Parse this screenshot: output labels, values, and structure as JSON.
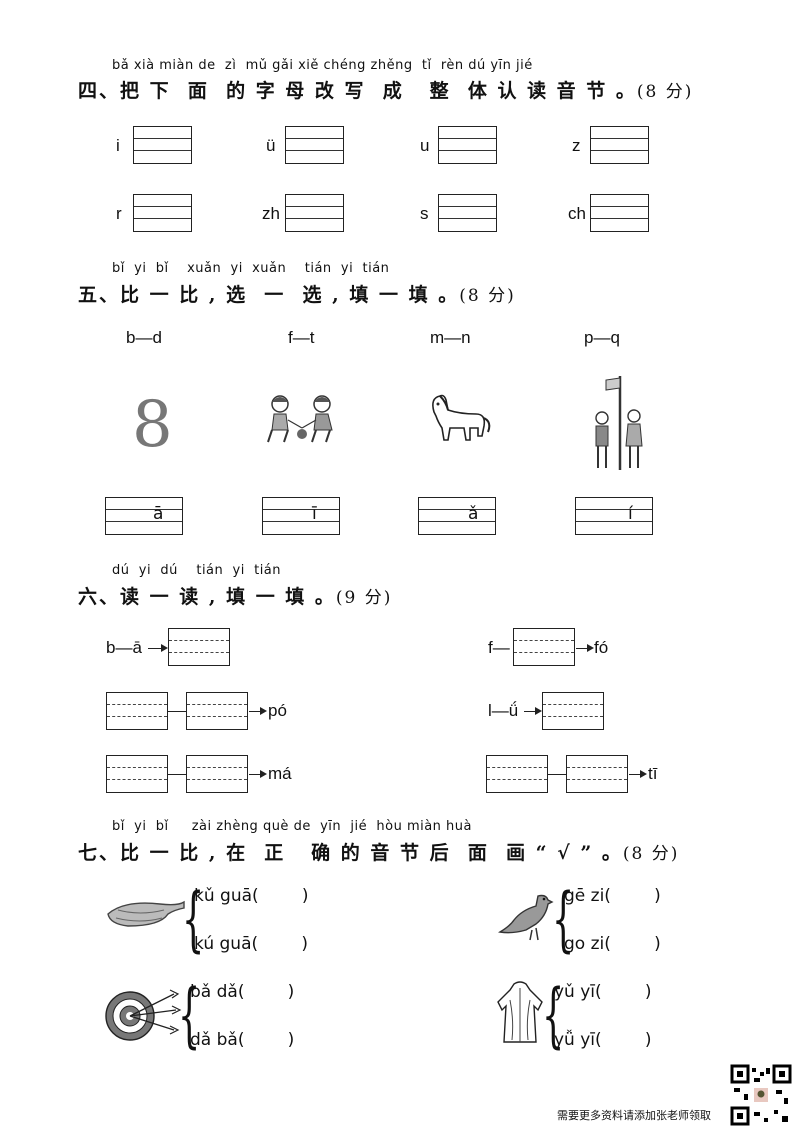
{
  "s4": {
    "pinyin": "bǎ xià miàn de  zì  mǔ gǎi xiě chéng zhěng  tǐ  rèn dú yīn jié",
    "title": "四、把 下  面  的 字 母 改 写  成   整  体 认 读 音 节 。",
    "score": "(8 分)",
    "letters": [
      "i",
      "ü",
      "u",
      "z",
      "r",
      "zh",
      "s",
      "ch"
    ]
  },
  "s5": {
    "pinyin": "bǐ  yi  bǐ    xuǎn  yi  xuǎn    tián  yi  tián",
    "title": "五、比 一 比 , 选  一  选 , 填 一 填 。",
    "score": "(8 分)",
    "pairs": [
      "b—d",
      "f—t",
      "m—n",
      "p—q"
    ],
    "digit": "8",
    "tones": [
      "ā",
      "ī",
      "ǎ",
      "ı́"
    ]
  },
  "s6": {
    "pinyin": "dú  yi  dú    tián  yi  tián",
    "title": "六、读 一 读 , 填 一 填 。",
    "score": "(9 分)",
    "items": {
      "ba": "b—ā",
      "fo_left": "f—",
      "fo_right": "fó",
      "po": "pó",
      "lu": "l—ǘ",
      "ma": "má",
      "ti": "tī"
    }
  },
  "s7": {
    "pinyin": "bǐ  yi  bǐ     zài zhèng què de  yīn  jié  hòu miàn huà",
    "title": "七、比 一 比 , 在  正   确 的 音 节 后  面  画 “ √ ” 。",
    "score": "(8 分)",
    "groups": [
      {
        "a": "kǔ guā(        )",
        "b": "kú guā(        )"
      },
      {
        "a": "gē zi(        )",
        "b": "go zi(        )"
      },
      {
        "a": "bǎ dǎ(        )",
        "b": "dǎ bǎ(        )"
      },
      {
        "a": "yǔ yī(        )",
        "b": "yǚ yī(        )"
      }
    ]
  },
  "footer": {
    "text": "需要更多资料请添加张老师领取"
  }
}
